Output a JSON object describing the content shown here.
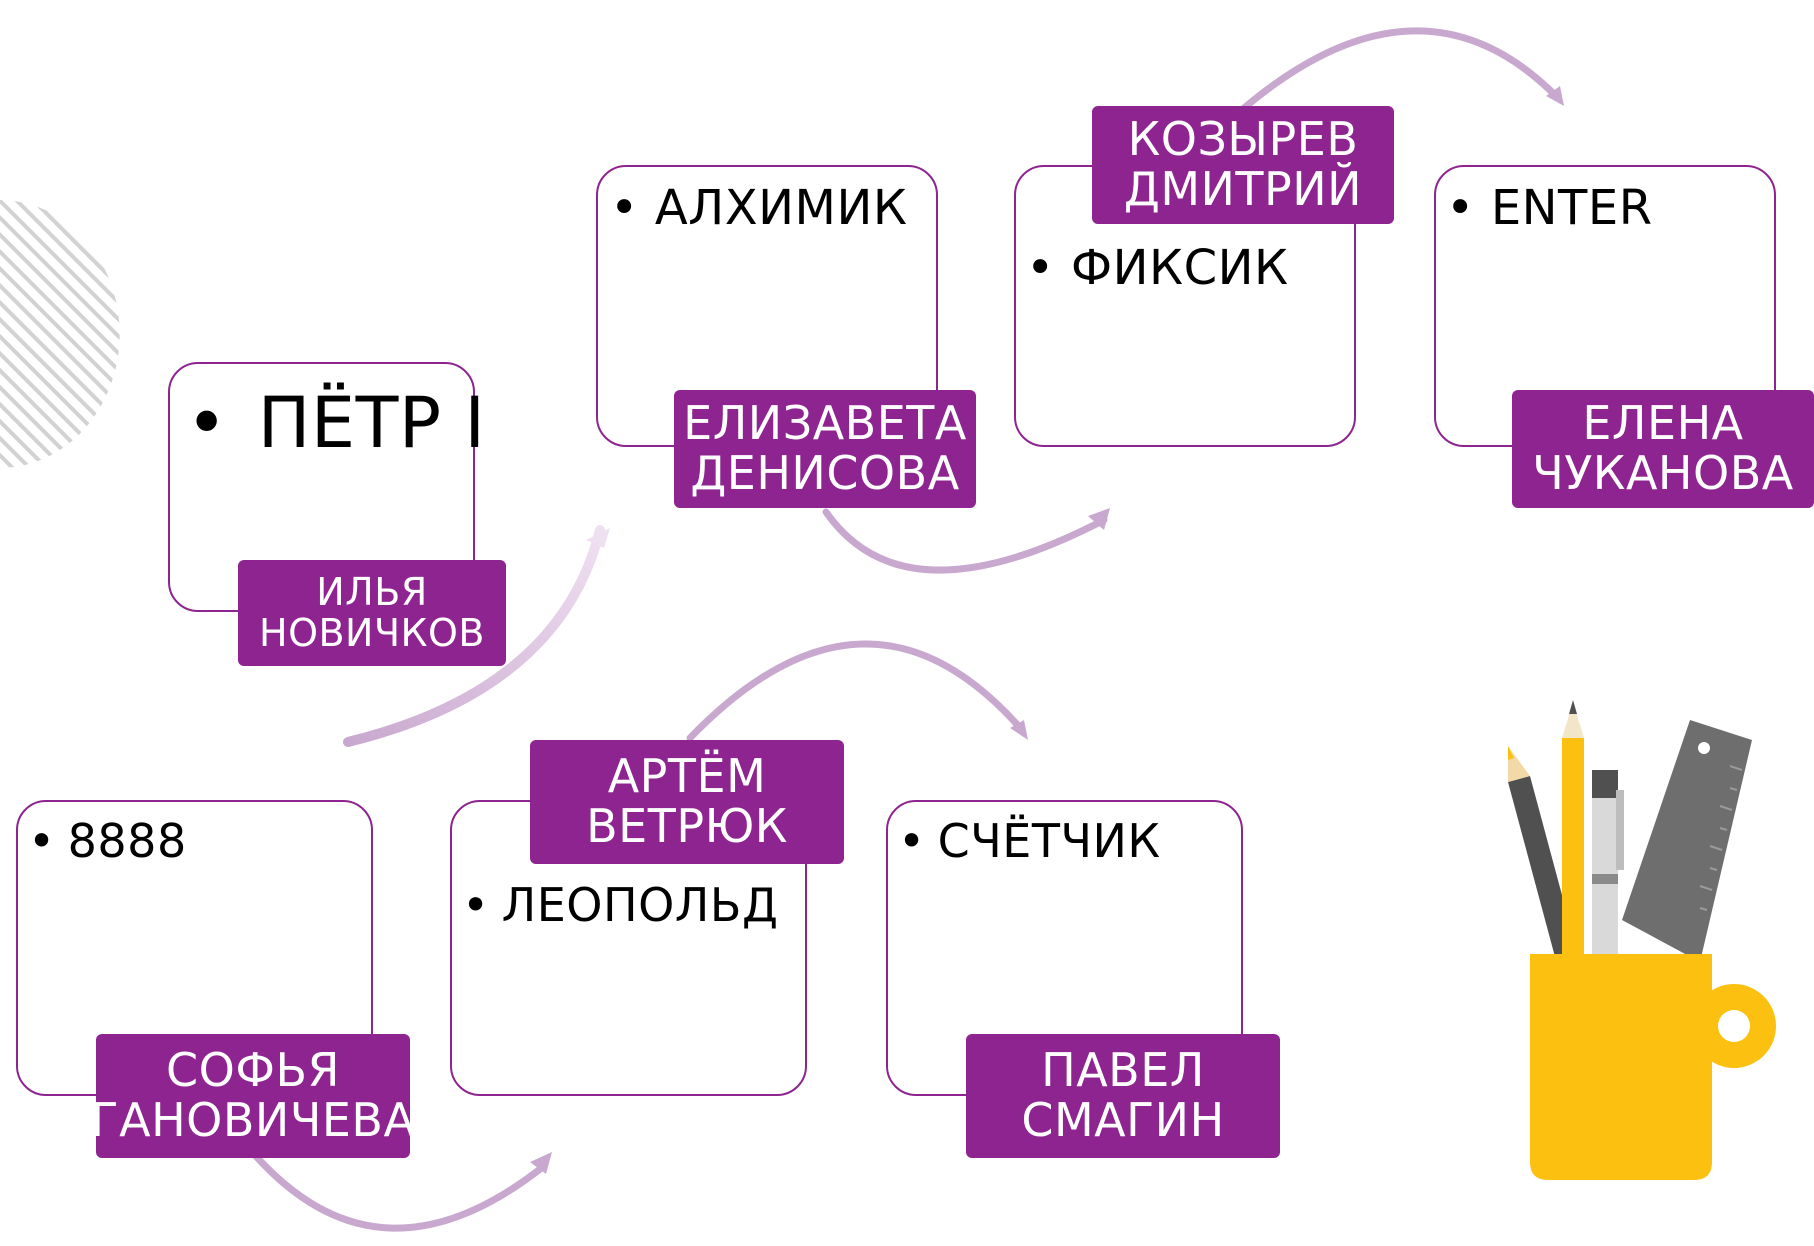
{
  "colors": {
    "accent": "#8e248f",
    "arrow": "#c9a8cf",
    "arrow_light": "#e3c9e8",
    "label_text": "#ffffff",
    "pencil_yellow": "#fcc010",
    "pencil_dark": "#505050",
    "ruler_gray": "#6e6e6e",
    "cup_yellow": "#fcc010"
  },
  "cards": [
    {
      "item": "ПЁТР I",
      "name": "ИЛЬЯ\nНОВИЧКОВ"
    },
    {
      "item": "АЛХИМИК",
      "name": "ЕЛИЗАВЕТА\nДЕНИСОВА"
    },
    {
      "item": "ФИКСИК",
      "name": "КОЗЫРЕВ\nДМИТРИЙ"
    },
    {
      "item": "ENTER",
      "name": "ЕЛЕНА\nЧУКАНОВА"
    },
    {
      "item": "8888",
      "name": "СОФЬЯ\nГАНОВИЧЕВА"
    },
    {
      "item": "ЛЕОПОЛЬД",
      "name": "АРТЁМ\nВЕТРЮК"
    },
    {
      "item": "СЧЁТЧИК",
      "name": "ПАВЕЛ\nСМАГИН"
    }
  ],
  "decorations": {
    "stationery_cup_icon": "stationery-cup-icon",
    "hatched_circle_icon": "hatched-circle-icon"
  }
}
